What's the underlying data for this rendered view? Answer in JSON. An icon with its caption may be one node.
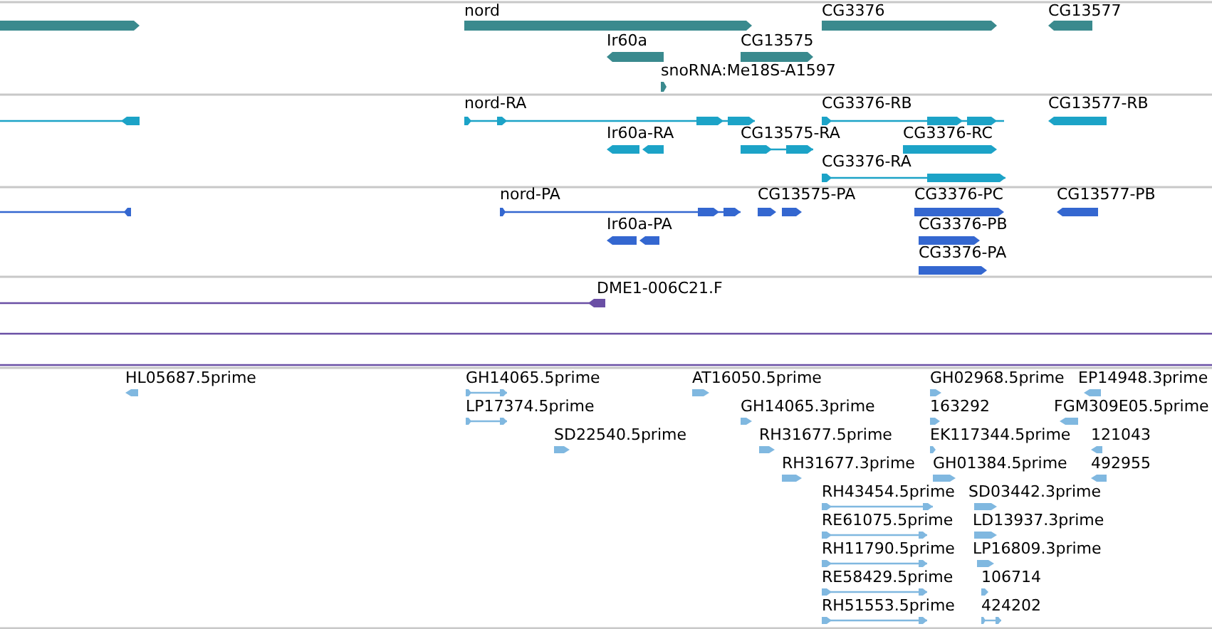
{
  "diagram": {
    "labels": [
      "nord",
      "CG3376",
      "CG13577",
      "Ir60a",
      "CG13575",
      "snoRNA:Me18S-A1597",
      "nord-RA",
      "CG3376-RB",
      "CG13577-RB",
      "Ir60a-RA",
      "CG13575-RA",
      "CG3376-RC",
      "CG3376-RA",
      "nord-PA",
      "CG13575-PA",
      "CG3376-PC",
      "CG13577-PB",
      "Ir60a-PA",
      "CG3376-PB",
      "CG3376-PA",
      "DME1-006C21.F",
      "HL05687.5prime",
      "GH14065.5prime",
      "AT16050.5prime",
      "GH02968.5prime",
      "EP14948.3prime",
      "LP17374.5prime",
      "GH14065.3prime",
      "163292",
      "FGM309E05.5prime",
      "SD22540.5prime",
      "RH31677.5prime",
      "EK117344.5prime",
      "121043",
      "RH31677.3prime",
      "GH01384.5prime",
      "492955",
      "RH43454.5prime",
      "SD03442.3prime",
      "RE61075.5prime",
      "LD13937.3prime",
      "RH11790.5prime",
      "LP16809.3prime",
      "RE58429.5prime",
      "106714",
      "RH51553.5prime",
      "424202"
    ]
  }
}
